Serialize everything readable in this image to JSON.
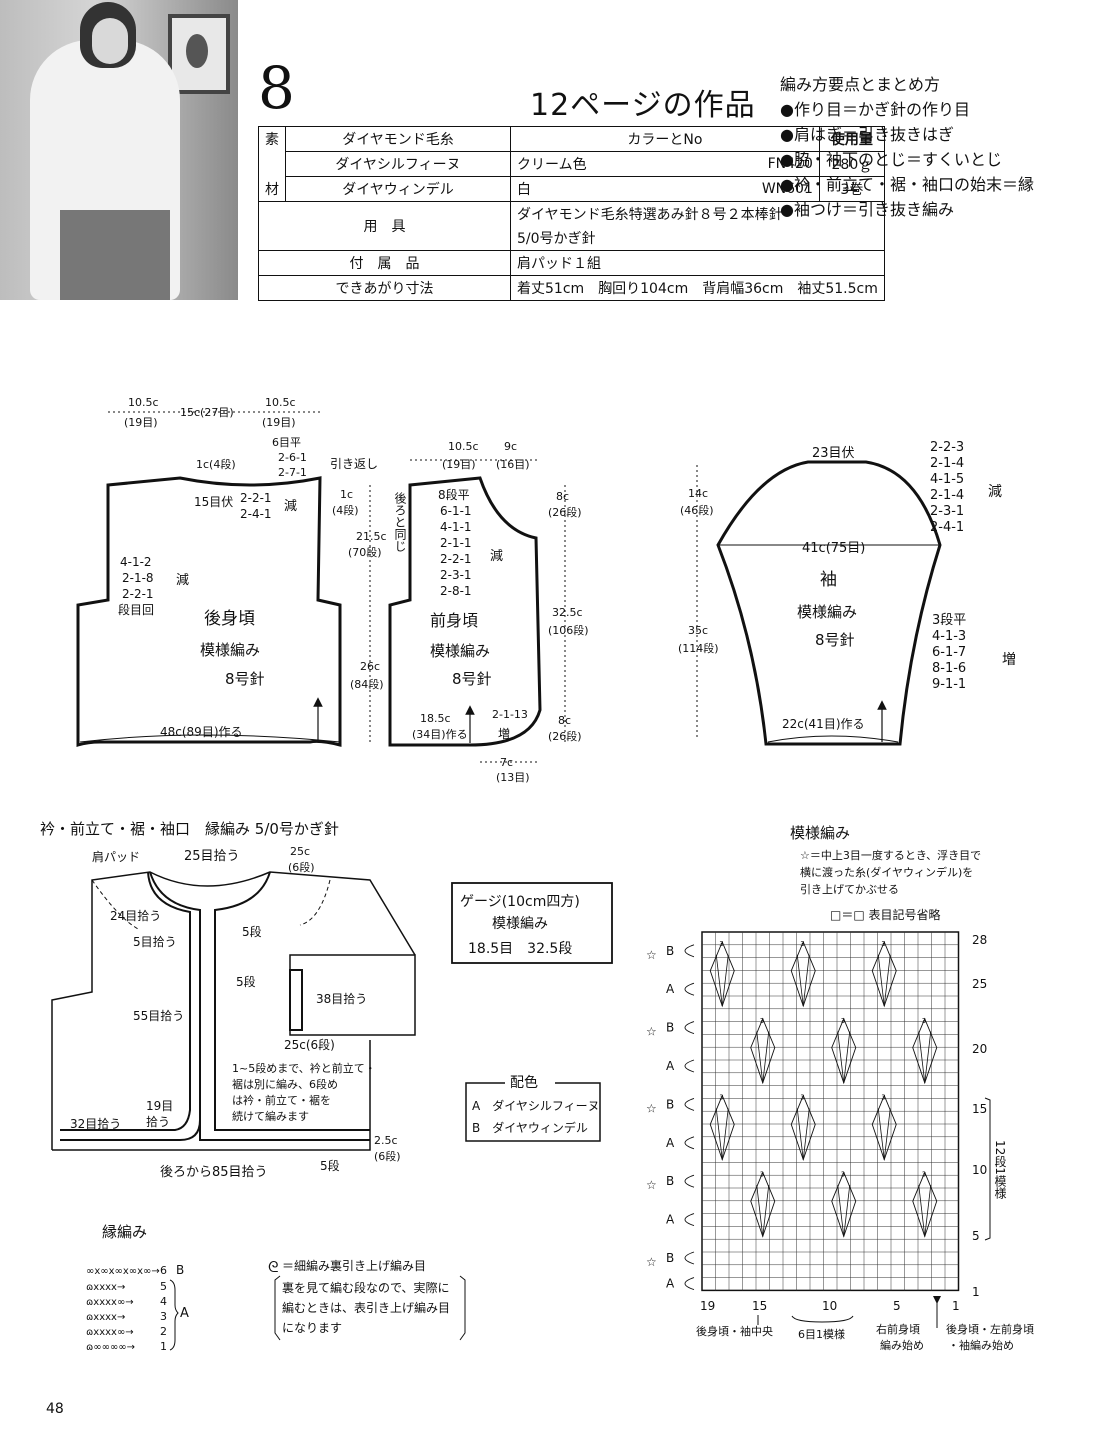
{
  "header": {
    "number": "8",
    "page_ref": "12ページの作品"
  },
  "materials": {
    "side_label": [
      "素",
      "材"
    ],
    "headers": [
      "ダイヤモンド毛糸",
      "カラーとNo",
      "使用量"
    ],
    "rows": [
      {
        "yarn": "ダイヤシルフィーヌ",
        "color": "クリーム色",
        "code": "FN420",
        "amount": "280ｇ"
      },
      {
        "yarn": "ダイヤウィンデル",
        "color": "白",
        "code": "WN601",
        "amount": "3巻"
      }
    ],
    "tools_label": "用　具",
    "tools_1": "ダイヤモンド毛糸特選あみ針８号２本棒針",
    "tools_2": "5/0号かぎ針",
    "accessory_label": "付　属　品",
    "accessory": "肩パッド１組",
    "size_label": "できあがり寸法",
    "size": "着丈51cm　胸回り104cm　背肩幅36cm　袖丈51.5cm"
  },
  "points": {
    "title": "編み方要点とまとめ方",
    "items": [
      "●作り目＝かぎ針の作り目",
      "●肩はぎ＝引き抜きはぎ",
      "●脇・袖下のとじ＝すくいとじ",
      "●衿・前立て・裾・袖口の始末＝縁",
      "●袖つけ＝引き抜き編み"
    ]
  },
  "back": {
    "name": "後身頃",
    "pattern": "模様編み",
    "needle": "8号針",
    "top_left": "10.5c",
    "top_left2": "(19目)",
    "top_mid": "15c(27目)",
    "top_right": "10.5c",
    "top_right2": "(19目)",
    "neck_depth": "1c(4段)",
    "neck_flat": "15目伏",
    "shoulder": [
      "6目平",
      "2-6-1",
      "2-7-1"
    ],
    "shoulder_note": "引き返し",
    "neck_dec": [
      "2-2-1",
      "2-4-1"
    ],
    "dec": "減",
    "sh_h": "1c",
    "sh_h2": "(4段)",
    "arm_dec": [
      "4-1-2",
      "2-1-8",
      "2-2-1"
    ],
    "arm_dec2": "段目回",
    "armhole": "21.5c",
    "armhole2": "(70段)",
    "side": "26c",
    "side2": "(84段)",
    "bottom": "48c(89目)作る"
  },
  "front": {
    "name": "前身頃",
    "pattern": "模様編み",
    "needle": "8号針",
    "top_left": "10.5c",
    "top_left2": "(19目)",
    "top_right": "9c",
    "top_right2": "(16目)",
    "same_as_back": "後ろと同じ",
    "neck_dec": [
      "8段平",
      "6-1-1",
      "4-1-1",
      "2-1-1",
      "2-2-1",
      "2-3-1",
      "2-8-1"
    ],
    "dec": "減",
    "neck_h": "8c",
    "neck_h2": "(26段)",
    "total": "32.5c",
    "total2": "(106段)",
    "hem_h": "8c",
    "hem_h2": "(26段)",
    "bottom": "18.5c",
    "bottom2": "(34目)作る",
    "inc_rule": "2-1-13",
    "inc": "増",
    "ext": "7c",
    "ext2": "(13目)"
  },
  "sleeve": {
    "name": "袖",
    "pattern": "模様編み",
    "needle": "8号針",
    "top": "23目伏",
    "cap_dec": [
      "2-2-3",
      "2-1-4",
      "4-1-5",
      "2-1-4",
      "2-3-1",
      "2-4-1"
    ],
    "dec": "減",
    "cap_h": "14c",
    "cap_h2": "(46段)",
    "width": "41c(75目)",
    "length": "35c",
    "length2": "(114段)",
    "inc": [
      "3段平",
      "4-1-3",
      "6-1-7",
      "8-1-6",
      "9-1-1"
    ],
    "inc_label": "増",
    "bottom": "22c(41目)作る"
  },
  "edging": {
    "title": "衿・前立て・裾・袖口　縁編み 5/0号かぎ針",
    "shoulder_pad": "肩パッド",
    "neck_pick": "25目拾う",
    "r1": "25c",
    "r1b": "(6段)",
    "p24": "24目拾う",
    "p5": "5目拾う",
    "g5a": "5段",
    "g5b": "5段",
    "p55": "55目拾う",
    "p38": "38目拾う",
    "cuff": "25c(6段)",
    "note": [
      "1~5段めまで、衿と前立て・",
      "裾は別に編み、6段め",
      "は衿・前立て・裾を",
      "続けて編みます"
    ],
    "p19": "19目",
    "p19b": "拾う",
    "p32": "32目拾う",
    "r2": "2.5c",
    "r2b": "(6段)",
    "p85": "後ろから85目拾う",
    "g5c": "5段"
  },
  "gauge": {
    "title": "ゲージ(10cm四方)",
    "pattern": "模様編み",
    "values": "18.5目　32.5段"
  },
  "color": {
    "title": "配色",
    "a": "A　ダイヤシルフィーヌ",
    "b": "B　ダイヤウィンデル"
  },
  "border": {
    "title": "縁編み",
    "rows": [
      "6",
      "5",
      "4",
      "3",
      "2",
      "1"
    ],
    "b": "B",
    "a": "A",
    "note": [
      "＝細編み裏引き上げ編み目",
      "裏を見て編む段なので、実際に",
      "編むときは、表引き上げ編み目",
      "になります"
    ]
  },
  "chart": {
    "title": "模様編み",
    "note": [
      "☆＝中上3目一度するとき、浮き目で",
      "横に渡った糸(ダイヤウィンデル)を",
      "引き上げてかぶせる"
    ],
    "legend": "□＝□ 表目記号省略",
    "right_rows": [
      "28",
      "25",
      "20",
      "15",
      "10",
      "5",
      "1"
    ],
    "repeat_rows": "12段1模様",
    "bottom_nums": [
      "19",
      "15",
      "10",
      "5",
      "1"
    ],
    "label_back_center": "後身頃・袖中央",
    "label_repeat": "6目1模様",
    "label_right_front": "右前身頃",
    "label_right_front2": "編み始め",
    "label_left": "後身頃・左前身頃",
    "label_left2": "・袖編み始め",
    "ab": [
      "B",
      "A"
    ]
  },
  "page_number": "48"
}
